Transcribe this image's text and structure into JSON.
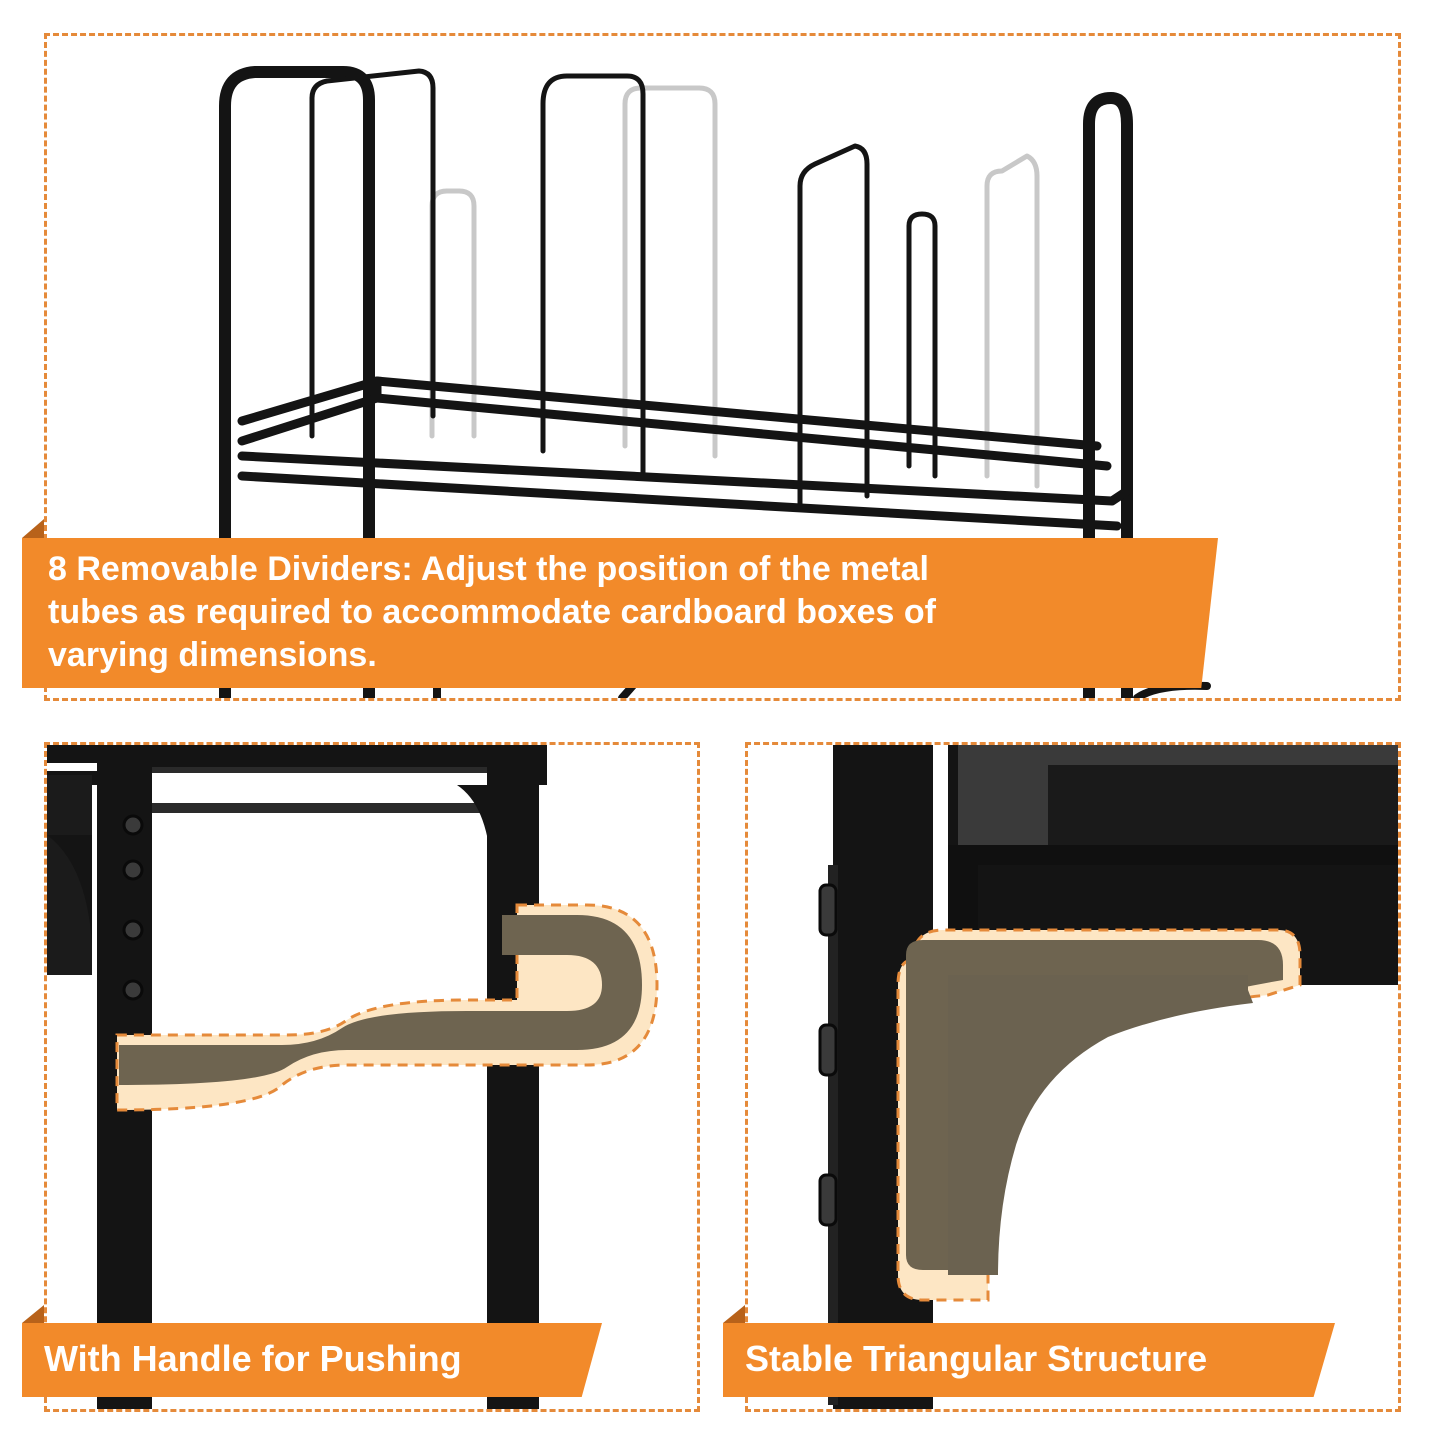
{
  "colors": {
    "accent_orange": "#f28a2a",
    "dashed_border": "#e58a3a",
    "frame_black": "#141414",
    "highlight_olive": "#6e6450",
    "glow_cream": "#fde6c4",
    "ghost_gray": "#c8c8c8"
  },
  "panels": {
    "top": {
      "caption_lines": [
        "8 Removable Dividers: Adjust the position of the metal",
        "tubes as required to accommodate cardboard boxes of",
        "varying dimensions."
      ]
    },
    "bottom_left": {
      "caption": "With Handle for Pushing",
      "highlight_icon": "push-handle-icon"
    },
    "bottom_right": {
      "caption": "Stable Triangular Structure",
      "highlight_icon": "triangular-bracket-icon"
    }
  }
}
